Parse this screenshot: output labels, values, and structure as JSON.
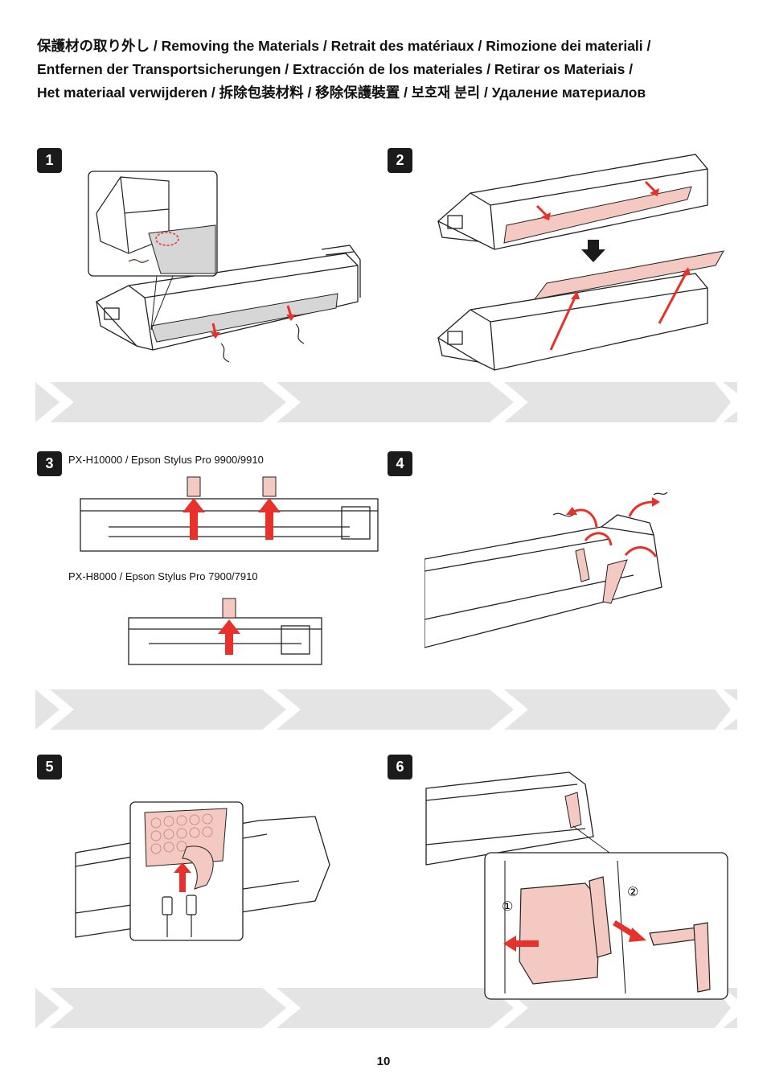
{
  "title_lines": [
    "保護材の取り外し / Removing the Materials / Retrait des matériaux / Rimozione dei materiali /",
    "Entfernen der Transportsicherungen / Extracción de los materiales / Retirar os Materiais /",
    "Het materiaal verwijderen / 拆除包装材料 / 移除保護裝置 / 보호재 분리 / Удаление материалов"
  ],
  "steps": [
    {
      "number": "1"
    },
    {
      "number": "2"
    },
    {
      "number": "3",
      "models": [
        "PX-H10000 / Epson Stylus Pro 9900/9910",
        "PX-H8000 / Epson Stylus Pro 7900/7910"
      ]
    },
    {
      "number": "4"
    },
    {
      "number": "5"
    },
    {
      "number": "6",
      "callouts": [
        "①",
        "②"
      ]
    }
  ],
  "page_number": "10",
  "colors": {
    "arrow": "#e8312a",
    "pink": "#f4c9c2",
    "band": "#e4e4e4",
    "badge": "#1b1b1b",
    "gray_sheet": "#d6d6d6"
  }
}
